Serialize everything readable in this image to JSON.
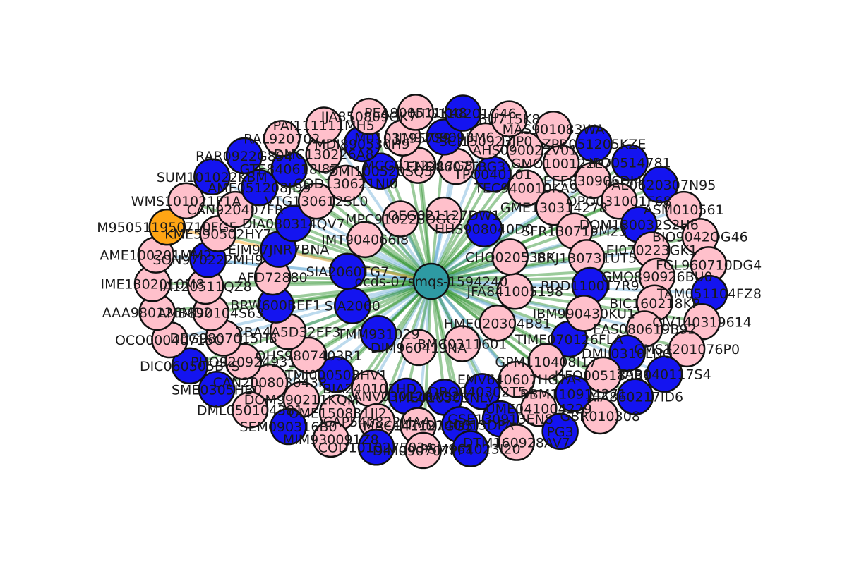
{
  "colors": {
    "center": "#2e9aa3",
    "blue": "#1414f0",
    "pink": "#ffc0cb",
    "orange": "#ffa514",
    "edge_green": "#228b22",
    "edge_blue": "#6aaed6",
    "edge_orange": "#ffa514",
    "stroke": "#111111"
  },
  "graph": {
    "center": {
      "id": "ocds-07smqs-1594240",
      "color": "center"
    },
    "nodes": [
      {
        "id": "JFA841005198",
        "color": "pink"
      },
      {
        "id": "HME020304B81",
        "color": "pink"
      },
      {
        "id": "BMC0311601",
        "color": "pink"
      },
      {
        "id": "DIM960419NA",
        "color": "pink"
      },
      {
        "id": "TMM931029",
        "color": "blue"
      },
      {
        "id": "SIA2060",
        "color": "blue"
      },
      {
        "id": "SIA2060TG7",
        "color": "blue"
      },
      {
        "id": "IMT904066I8",
        "color": "pink"
      },
      {
        "id": "MPC910228DGC",
        "color": "pink"
      },
      {
        "id": "OEG021127DW1",
        "color": "pink"
      },
      {
        "id": "HHS908040D0",
        "color": "blue"
      },
      {
        "id": "CHO020538K",
        "color": "pink"
      },
      {
        "id": "TIME070126FLA",
        "color": "blue"
      },
      {
        "id": "GPM110408I17",
        "color": "pink"
      },
      {
        "id": "EMV640607HG7A",
        "color": "pink"
      },
      {
        "id": "DRO040302T5A",
        "color": "blue"
      },
      {
        "id": "IME010503NLV",
        "color": "blue"
      },
      {
        "id": "ANV030128AQ2",
        "color": "blue"
      },
      {
        "id": "BIA240101HD",
        "color": "pink"
      },
      {
        "id": "TMI000508HV1",
        "color": "blue"
      },
      {
        "id": "QHS9807403R1",
        "color": "pink"
      },
      {
        "id": "2BA4A5D32EF3",
        "color": "pink"
      },
      {
        "id": "BRW600BEF1",
        "color": "blue"
      },
      {
        "id": "AFD72880",
        "color": "pink"
      },
      {
        "id": "EJM97JNR7BNA",
        "color": "blue"
      },
      {
        "id": "DIA080314QV7",
        "color": "blue"
      },
      {
        "id": "VTG130612SL0",
        "color": "pink"
      },
      {
        "id": "COD130621NI0",
        "color": "pink"
      },
      {
        "id": "DMI100520SQ5",
        "color": "blue"
      },
      {
        "id": "MCG0112217G8",
        "color": "pink"
      },
      {
        "id": "END8607TBG3",
        "color": "pink"
      },
      {
        "id": "TPO040101",
        "color": "blue"
      },
      {
        "id": "TEC940010KA9",
        "color": "pink"
      },
      {
        "id": "GME130314278",
        "color": "pink"
      },
      {
        "id": "SFR130719M23",
        "color": "pink"
      },
      {
        "id": "BRJ130731UT5",
        "color": "pink"
      },
      {
        "id": "RDD1100T7R9",
        "color": "blue"
      },
      {
        "id": "IBM990430KU1",
        "color": "pink"
      },
      {
        "id": "BBM110914271",
        "color": "blue"
      },
      {
        "id": "UME041004229",
        "color": "pink"
      },
      {
        "id": "GSE130913EN8",
        "color": "blue"
      },
      {
        "id": "TMD140613DPA",
        "color": "blue"
      },
      {
        "id": "MAC141127GG5",
        "color": "pink"
      },
      {
        "id": "CAP540822MAA",
        "color": "pink"
      },
      {
        "id": "OME150831JJ2",
        "color": "pink"
      },
      {
        "id": "DOM990211KQM",
        "color": "pink"
      },
      {
        "id": "CAN200803043P",
        "color": "pink"
      },
      {
        "id": "PHO920924931",
        "color": "pink"
      },
      {
        "id": "DEG9807015H8",
        "color": "pink"
      },
      {
        "id": "AMB890104S63",
        "color": "pink"
      },
      {
        "id": "IA120511QZ8",
        "color": "pink"
      },
      {
        "id": "SON970222MH9",
        "color": "blue"
      },
      {
        "id": "KME590502HY7",
        "color": "pink"
      },
      {
        "id": "CAN920407FR",
        "color": "pink"
      },
      {
        "id": "AME051208JD9",
        "color": "blue"
      },
      {
        "id": "GTE840618I87",
        "color": "blue"
      },
      {
        "id": "DMC130226A8",
        "color": "pink"
      },
      {
        "id": "MDI890530H9",
        "color": "blue"
      },
      {
        "id": "M01031957S9",
        "color": "pink"
      },
      {
        "id": "JJM920909BM6",
        "color": "blue"
      },
      {
        "id": "SCI150923JP0",
        "color": "pink"
      },
      {
        "id": "AHS090022V01",
        "color": "pink"
      },
      {
        "id": "GMO100122E7",
        "color": "pink"
      },
      {
        "id": "EEE830906DI4",
        "color": "pink"
      },
      {
        "id": "OPO031001F68",
        "color": "pink"
      },
      {
        "id": "DOM180032S2H6",
        "color": "blue"
      },
      {
        "id": "EI070223GK1",
        "color": "pink"
      },
      {
        "id": "GMO890926BU0",
        "color": "pink"
      },
      {
        "id": "BIC160218KP",
        "color": "pink"
      },
      {
        "id": "EAS080619B92",
        "color": "pink"
      },
      {
        "id": "DML0310LNG",
        "color": "blue"
      },
      {
        "id": "HFQ005189R9",
        "color": "pink"
      },
      {
        "id": "DTM160928AV7",
        "color": "pink"
      },
      {
        "id": "PSM961023I20",
        "color": "blue"
      },
      {
        "id": "DIM090707PF4",
        "color": "pink"
      },
      {
        "id": "COD101027503A",
        "color": "blue"
      },
      {
        "id": "MIM930091Z8",
        "color": "pink"
      },
      {
        "id": "SEM090316B0",
        "color": "blue"
      },
      {
        "id": "DML050104381",
        "color": "pink"
      },
      {
        "id": "SME0305HB0",
        "color": "blue"
      },
      {
        "id": "DIC060505BYS",
        "color": "blue"
      },
      {
        "id": "OCO00040715O",
        "color": "pink"
      },
      {
        "id": "AAA980126MD2",
        "color": "pink"
      },
      {
        "id": "IME1302010M8",
        "color": "pink"
      },
      {
        "id": "AME100201MM2",
        "color": "pink"
      },
      {
        "id": "M950511950710FG5",
        "color": "orange"
      },
      {
        "id": "WMS101021F1A",
        "color": "pink"
      },
      {
        "id": "SUM101022KBM",
        "color": "blue"
      },
      {
        "id": "RAR0922G894",
        "color": "blue"
      },
      {
        "id": "RAL920702",
        "color": "pink"
      },
      {
        "id": "PAI111111MH5",
        "color": "pink"
      },
      {
        "id": "IJA850809GK7",
        "color": "pink"
      },
      {
        "id": "PEA900511K48",
        "color": "pink"
      },
      {
        "id": "NTG110201G46",
        "color": "blue"
      },
      {
        "id": "BU715K8",
        "color": "pink"
      },
      {
        "id": "MAS901083WA",
        "color": "pink"
      },
      {
        "id": "ZPR051205KZE",
        "color": "blue"
      },
      {
        "id": "IPO0514781",
        "color": "blue"
      },
      {
        "id": "PAE0620307N95",
        "color": "blue"
      },
      {
        "id": "ASM010561",
        "color": "pink"
      },
      {
        "id": "BIO9042OG46",
        "color": "pink"
      },
      {
        "id": "FGL960710DG4",
        "color": "pink"
      },
      {
        "id": "TAM051104FZ8",
        "color": "blue"
      },
      {
        "id": "CIV140319614",
        "color": "pink"
      },
      {
        "id": "CMS1201076P0",
        "color": "pink"
      },
      {
        "id": "TAB040117S4",
        "color": "blue"
      },
      {
        "id": "AIA860217ID6",
        "color": "blue"
      },
      {
        "id": "GBR010308",
        "color": "pink"
      },
      {
        "id": "PG3",
        "color": "blue"
      }
    ]
  }
}
